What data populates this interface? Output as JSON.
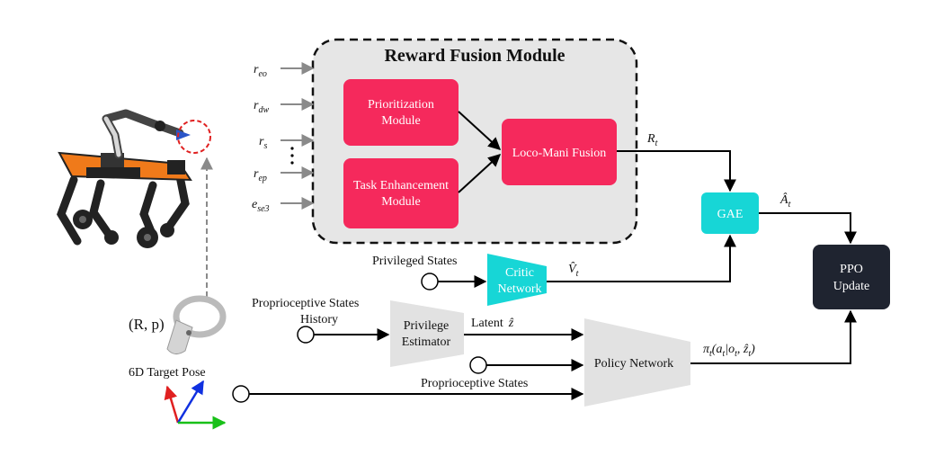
{
  "module": {
    "title": "Reward Fusion Module",
    "prioritization": [
      "Prioritization",
      "Module"
    ],
    "task_enhancement": [
      "Task Enhancement",
      "Module"
    ],
    "fusion": "Loco-Mani Fusion"
  },
  "reward_inputs": [
    {
      "base": "r",
      "sub": "eo"
    },
    {
      "base": "r",
      "sub": "dw"
    },
    {
      "base": "r",
      "sub": "s"
    },
    {
      "base": "r",
      "sub": "ep"
    },
    {
      "base": "e",
      "sub": "se3"
    }
  ],
  "gae": "GAE",
  "ppo": [
    "PPO",
    "Update"
  ],
  "critic": [
    "Critic",
    "Network"
  ],
  "privilege_estimator": [
    "Privilege",
    "Estimator"
  ],
  "policy_network": "Policy Network",
  "labels": {
    "privileged_states": "Privileged States",
    "proprio_history": [
      "Proprioceptive States",
      "History"
    ],
    "proprio_states": "Proprioceptive States",
    "target_pose": "6D Target Pose",
    "pose": "(R, p)",
    "latent": "Latent",
    "latent_sym": "ẑ",
    "R_t": "R_t",
    "A_t": "Â_t",
    "V_t": "V̂_t",
    "policy_expr": "πt(at|ot, ẑt)"
  },
  "colors": {
    "module_bg": "#e6e6e6",
    "pink": "#f5295c",
    "teal": "#17d6d6",
    "dark": "#1f2430",
    "gray_block": "#e2e2e2",
    "arrow_gray": "#8a8a8a",
    "robot_orange": "#f07a1a"
  }
}
